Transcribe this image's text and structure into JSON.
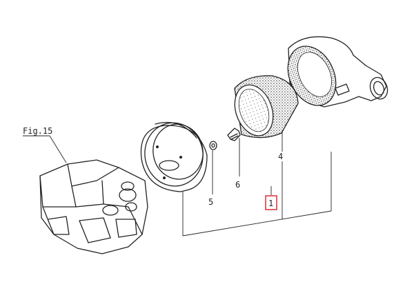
{
  "figure_ref": "Fig.15",
  "callouts": {
    "part_1": "1",
    "part_4": "4",
    "part_5": "5",
    "part_6": "6"
  },
  "colors": {
    "line": "#222222",
    "highlight_box": "#e0393e",
    "background": "#ffffff"
  },
  "highlighted_part": "1"
}
